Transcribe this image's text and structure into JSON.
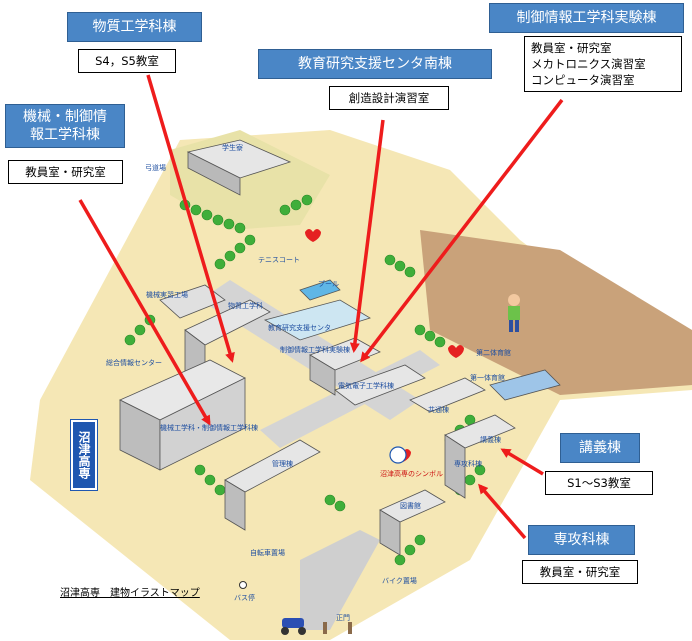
{
  "callouts": {
    "busshitsu": {
      "title": "物質工学科棟",
      "info": "S4，S5教室"
    },
    "kyouiku": {
      "title": "教育研究支援センタ南棟",
      "info": "創造設計演習室"
    },
    "seigyo_jikken": {
      "title": "制御情報工学科実験棟",
      "info": [
        "教員室・研究室",
        "メカトロニクス演習室",
        "コンピュータ演習室"
      ]
    },
    "kikai": {
      "title": [
        "機械・制御情",
        "報工学科棟"
      ],
      "info": "教員室・研究室"
    },
    "kougi": {
      "title": "講義棟",
      "info": "S1～S3教室"
    },
    "senkou": {
      "title": "専攻科棟",
      "info": "教員室・研究室"
    }
  },
  "map_labels": {
    "gakusei_ryo": "学生寮",
    "kyuudou": "弓道場",
    "tennis": "テニスコート",
    "pool": "プール",
    "kikai_jisshu": "機械実習工場",
    "busshitsu_label": "物質工学科",
    "kyouiku_label": "教育研究支援センタ",
    "seigyo_label": "制御情報工学科実験棟",
    "sougou_jouhou": "総合情報センター",
    "denki_denshi": "電気電子工学科棟",
    "kyoutsuu": "共通棟",
    "kougi_label": "講義棟",
    "senkou_label": "専攻科棟",
    "kanri": "管理棟",
    "tosho": "図書館",
    "kikai_seigyo_label": "機械工学科・制御情報工学科棟",
    "symbol": "沼津高専のシンボル",
    "bike": "バイク置場",
    "jitensha": "自転車置場",
    "bus": "バス停",
    "seimon": "正門",
    "daiichi_taiikukan": "第一体育館",
    "daini_taiikukan": "第二体育館"
  },
  "sign_text": "沼津高専",
  "caption": "沼津高専　建物イラストマップ",
  "colors": {
    "accent_blue": "#4a86c6",
    "arrow_red": "#ee1c1c",
    "ground": "#f5e7b5",
    "field": "#c9a27a"
  }
}
